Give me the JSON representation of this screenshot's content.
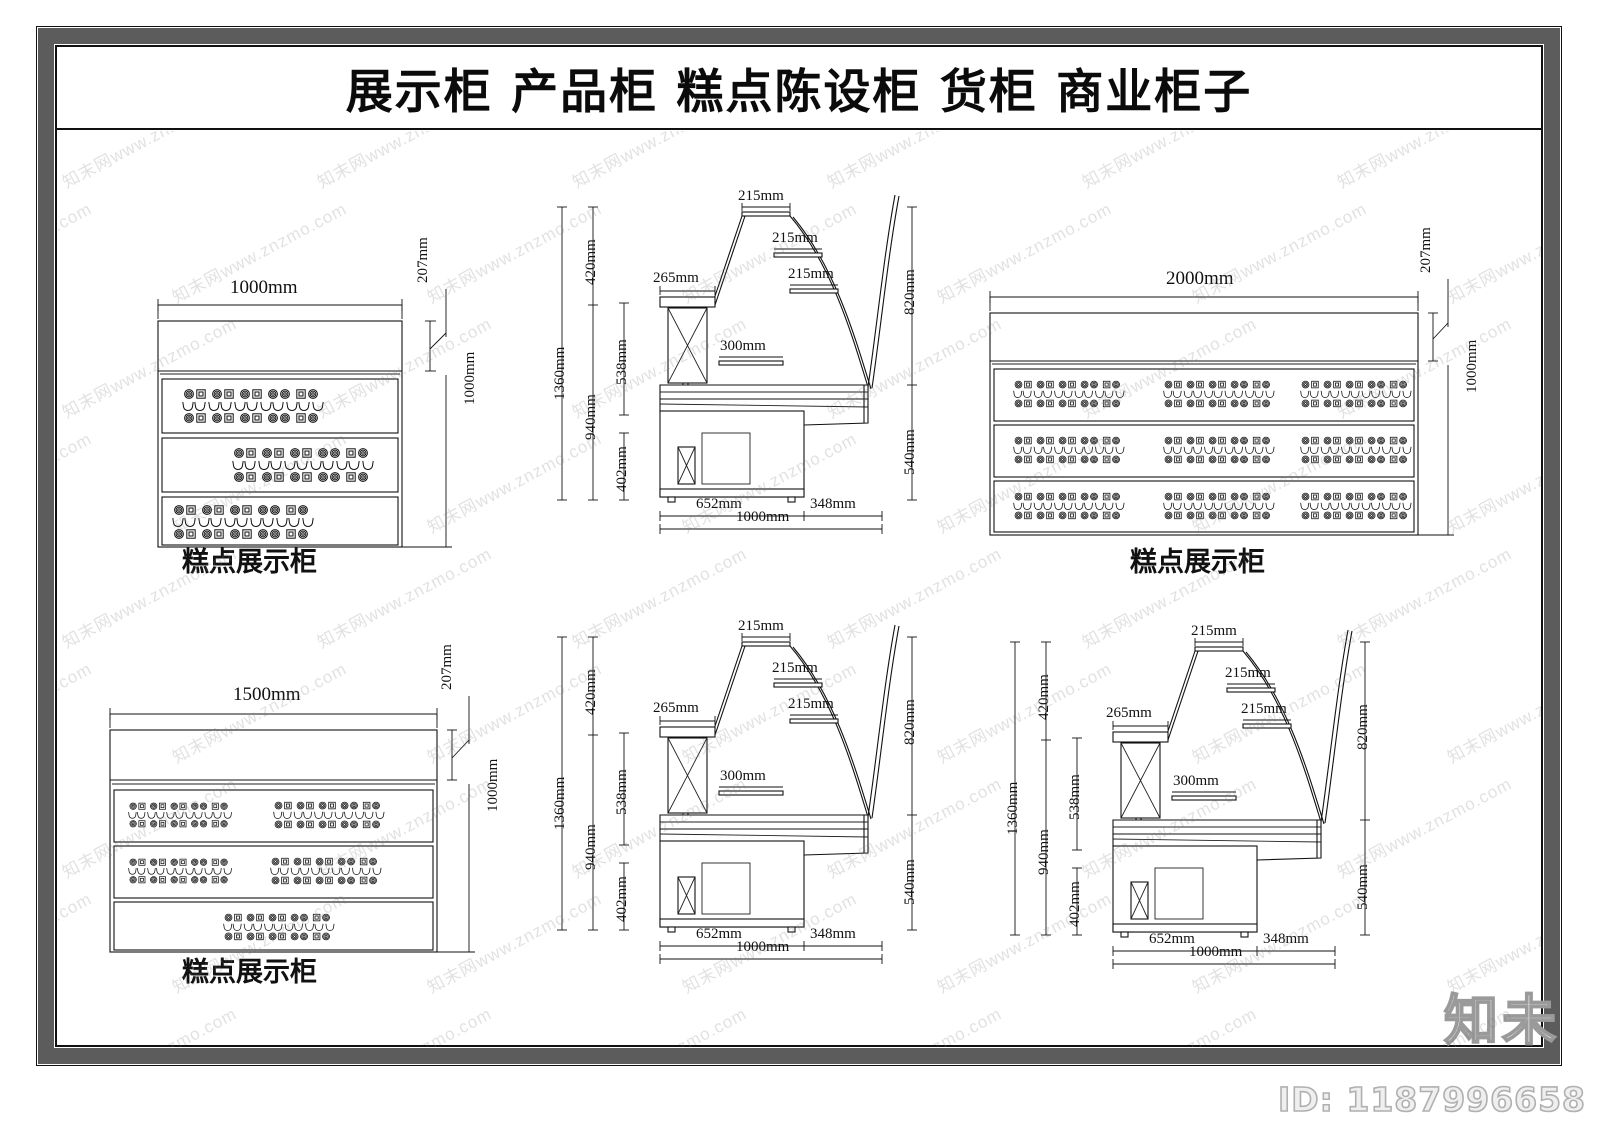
{
  "sheet": {
    "title": "展示柜 产品柜 糕点陈设柜 货柜 商业柜子",
    "watermark_brand": "知未",
    "watermark_id": "ID: 1187996658",
    "watermark_tile": "知末网www.znzmo.com"
  },
  "views": [
    {
      "id": "front-1000",
      "caption": "糕点展示柜",
      "type": "front-elevation",
      "dims": {
        "width": "1000mm",
        "top_band": "207mm",
        "height": "1000mm"
      },
      "shelves": [
        {
          "align": "left",
          "groups": 1
        },
        {
          "align": "right",
          "groups": 1
        },
        {
          "align": "left",
          "groups": 1
        }
      ]
    },
    {
      "id": "front-2000",
      "caption": "糕点展示柜",
      "type": "front-elevation",
      "dims": {
        "width": "2000mm",
        "top_band": "207mm",
        "height": "1000mm"
      },
      "shelves": [
        {
          "align": "full",
          "groups": 3
        },
        {
          "align": "full",
          "groups": 3
        },
        {
          "align": "full",
          "groups": 3
        }
      ]
    },
    {
      "id": "front-1500",
      "caption": "糕点展示柜",
      "type": "front-elevation",
      "dims": {
        "width": "1500mm",
        "top_band": "207mm",
        "height": "1000mm"
      },
      "shelves": [
        {
          "align": "split",
          "groups": 2
        },
        {
          "align": "split",
          "groups": 2
        },
        {
          "align": "center",
          "groups": 1
        }
      ]
    },
    {
      "id": "section-a",
      "caption": "",
      "type": "section",
      "dims": {
        "overall_height": "1360mm",
        "upper_height": "420mm",
        "lower_height": "940mm",
        "mid_height": "538mm",
        "base_height": "402mm",
        "top_shelf_depth": "265mm",
        "shelf_1": "215mm",
        "shelf_2": "215mm",
        "shelf_3": "215mm",
        "glass_shelf": "300mm",
        "right_upper": "820mm",
        "right_lower": "540mm",
        "depth_body": "652mm",
        "depth_front": "348mm",
        "depth_total": "1000mm"
      }
    },
    {
      "id": "section-b",
      "caption": "",
      "type": "section",
      "dims": {
        "overall_height": "1360mm",
        "upper_height": "420mm",
        "lower_height": "940mm",
        "mid_height": "538mm",
        "base_height": "402mm",
        "top_shelf_depth": "265mm",
        "shelf_1": "215mm",
        "shelf_2": "215mm",
        "shelf_3": "215mm",
        "glass_shelf": "300mm",
        "right_upper": "820mm",
        "right_lower": "540mm",
        "depth_body": "652mm",
        "depth_front": "348mm",
        "depth_total": "1000mm"
      }
    },
    {
      "id": "section-c",
      "caption": "",
      "type": "section",
      "dims": {
        "overall_height": "1360mm",
        "upper_height": "420mm",
        "lower_height": "940mm",
        "mid_height": "538mm",
        "base_height": "402mm",
        "top_shelf_depth": "265mm",
        "shelf_1": "215mm",
        "shelf_2": "215mm",
        "shelf_3": "215mm",
        "glass_shelf": "300mm",
        "right_upper": "820mm",
        "right_lower": "540mm",
        "depth_body": "652mm",
        "depth_front": "348mm",
        "depth_total": "1000mm"
      }
    }
  ]
}
